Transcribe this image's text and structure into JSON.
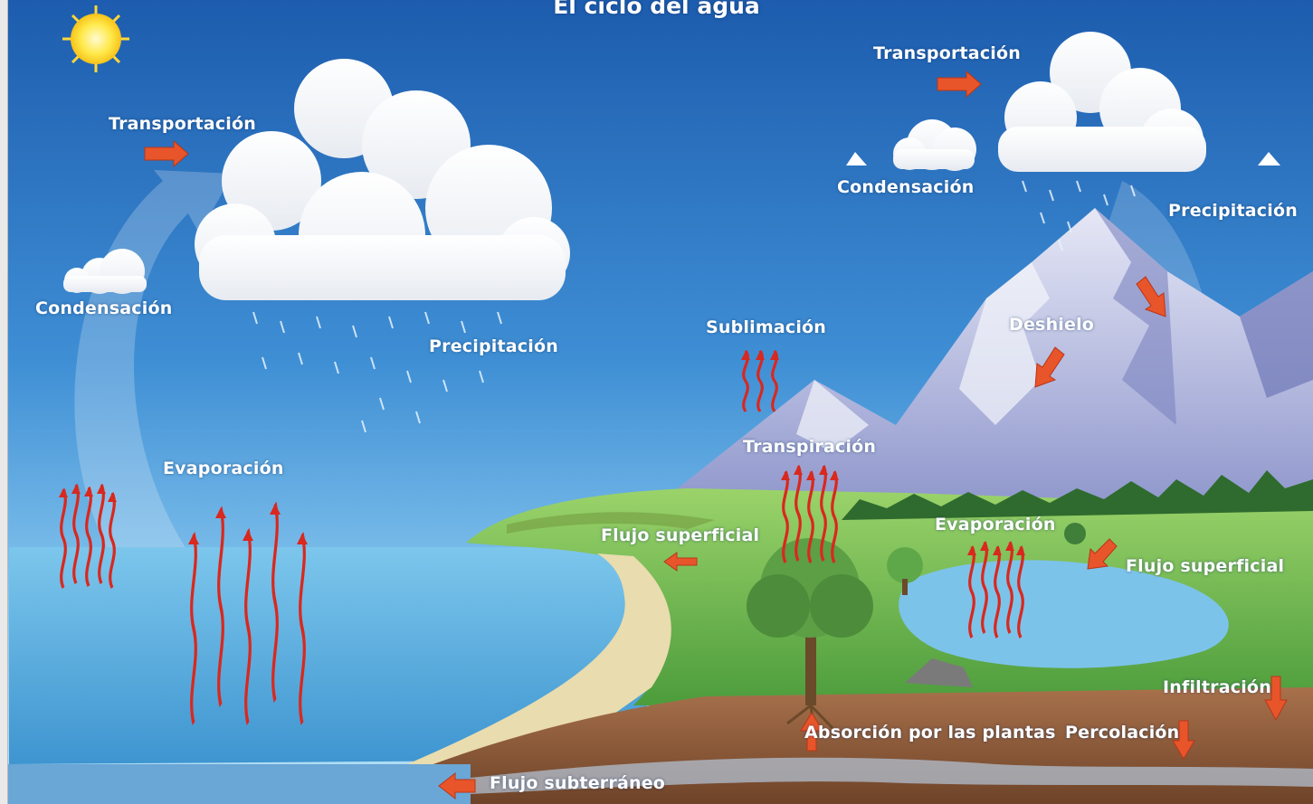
{
  "title": "El ciclo del agua",
  "labels": {
    "transport_left": "Transportación",
    "condensation_left": "Condensación",
    "precipitation_left": "Precipitación",
    "evaporation_left": "Evaporación",
    "sublimation": "Sublimación",
    "transpiration": "Transpiración",
    "surface_flow_left": "Flujo superficial",
    "transport_right": "Transportación",
    "condensation_right": "Condensación",
    "precipitation_right": "Precipitación",
    "snowmelt": "Deshielo",
    "evaporation_right": "Evaporación",
    "surface_flow_right": "Flujo superficial",
    "infiltration": "Infiltración",
    "plant_absorption": "Absorción por las plantas",
    "percolation": "Percolación",
    "groundwater_flow": "Flujo subterráneo"
  },
  "colors": {
    "sky_top": "#1f63b5",
    "sky_bottom": "#9ed4f0",
    "sea": "#5fb3e3",
    "arrow_red": "#d9281e",
    "arrow_orange": "#e8552a",
    "soil": "#8a5a3c"
  },
  "icons": {
    "sun": "sun-icon",
    "cloud": "cloud-icon",
    "heat_arrow": "wavy-arrow-icon",
    "flow_arrow": "orange-arrow-icon"
  }
}
